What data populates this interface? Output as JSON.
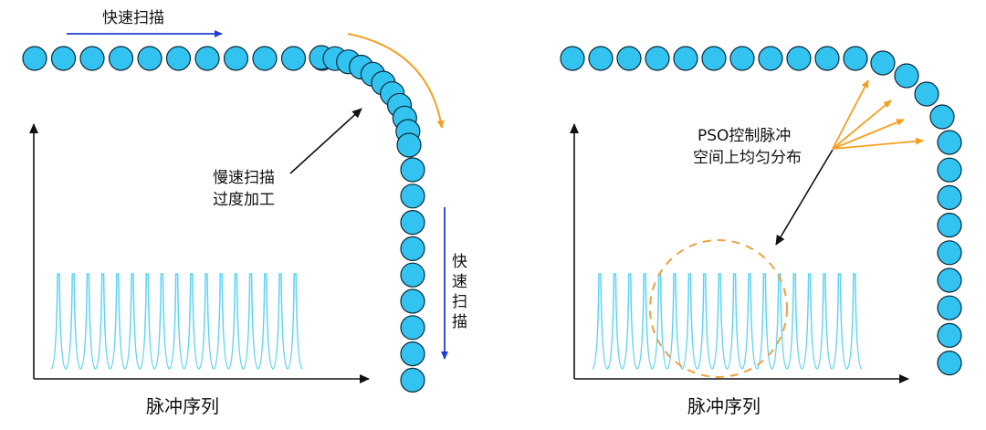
{
  "colors": {
    "dot_fill": "#33c3f0",
    "dot_stroke": "#0a2a3a",
    "pulse": "#5bd3f3",
    "fast_arrow": "#1f3fd0",
    "slow_arrow": "#f5a020",
    "pointer": "#111111",
    "pso_arrows": "#f5a020",
    "highlight_ring": "#f0a040"
  },
  "left": {
    "fast_scan_top": "快速扫描",
    "slow_scan_line1": "慢速扫描",
    "slow_scan_line2": "过度加工",
    "fast_scan_vertical": [
      "快",
      "速",
      "扫",
      "描"
    ],
    "axis_label": "脉冲序列"
  },
  "right": {
    "pso_line1": "PSO控制脉冲",
    "pso_line2": "空间上均匀分布",
    "axis_label": "脉冲序列"
  }
}
